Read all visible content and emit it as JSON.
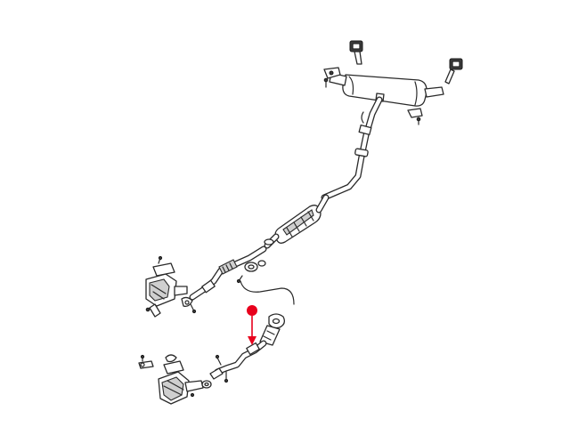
{
  "diagram": {
    "background": "#ffffff",
    "line_color": "#2a2a2a",
    "callout": {
      "color": "#e8001c",
      "marker": "filled-circle",
      "pointer": "arrow-down"
    },
    "parts": [
      "rear-muffler",
      "tailpipe-hanger-left",
      "tailpipe-hanger-right",
      "rear-hanger-brackets",
      "intermediate-pipe",
      "resonator",
      "front-pipe-flex-section",
      "upper-catalytic-converter",
      "lower-catalytic-converter",
      "front-exhaust-pipe-highlighted",
      "gaskets",
      "clamps-and-fasteners"
    ]
  }
}
